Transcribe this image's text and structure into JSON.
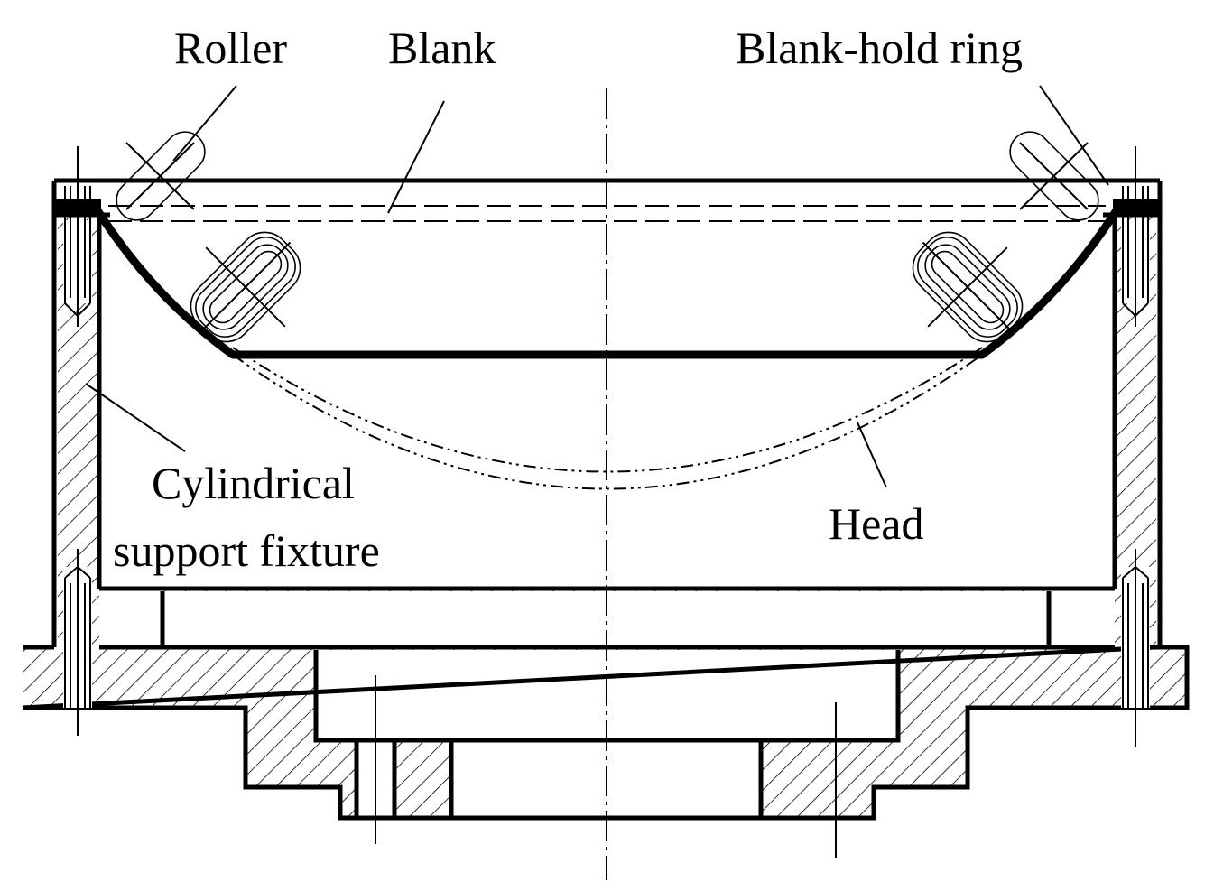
{
  "labels": {
    "roller": "Roller",
    "blank": "Blank",
    "blank_hold_ring": "Blank-hold ring",
    "cylindrical_support_fixture_line1": "Cylindrical",
    "cylindrical_support_fixture_line2": "support fixture",
    "head": "Head"
  }
}
